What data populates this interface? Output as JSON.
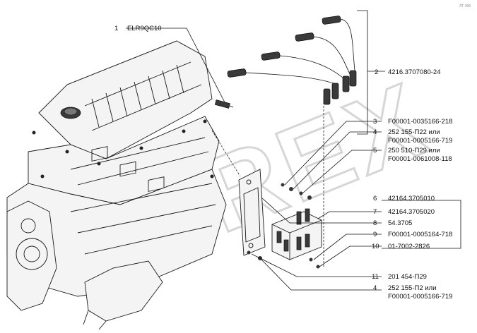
{
  "corner_code": "ЛТ 306",
  "watermark": "DREX",
  "callouts": [
    {
      "num": "1",
      "code": "ELR9QC10"
    },
    {
      "num": "2",
      "code": "4216.3707080-24"
    },
    {
      "num": "3",
      "code": "F00001-0035166-218"
    },
    {
      "num": "4",
      "code": "252 155-П22 или",
      "code2": "F00001-0005166-719"
    },
    {
      "num": "5",
      "code": "250 510-П29 или",
      "code2": "F00001-0061008-118"
    },
    {
      "num": "6",
      "code": "42164.3705010"
    },
    {
      "num": "7",
      "code": "42164.3705020"
    },
    {
      "num": "8",
      "code": "54.3705"
    },
    {
      "num": "9",
      "code": "F00001-0005164-718"
    },
    {
      "num": "10",
      "code": "01-7002-2826"
    },
    {
      "num": "11",
      "code": "201 454-П29"
    },
    {
      "num": "4",
      "code": "252 155-П2 или",
      "code2": "F00001-0005166-719"
    }
  ]
}
